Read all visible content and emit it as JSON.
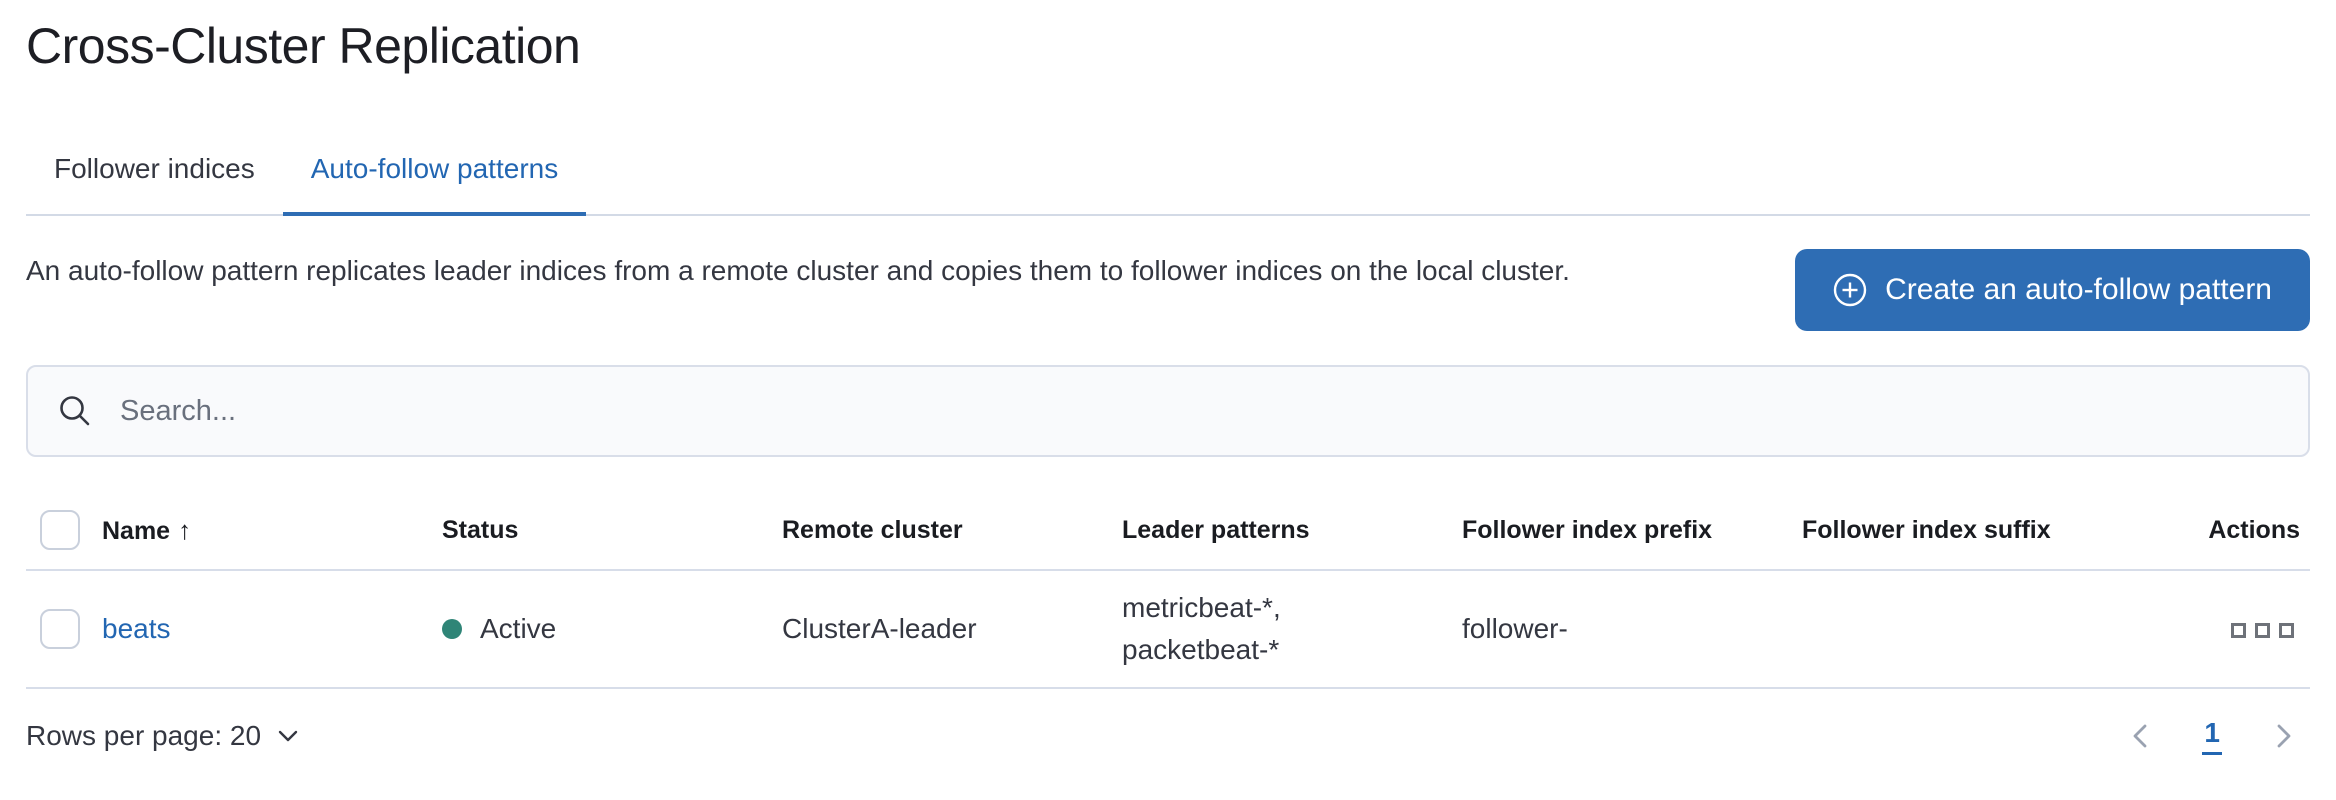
{
  "page": {
    "title": "Cross-Cluster Replication"
  },
  "tabs": [
    {
      "label": "Follower indices",
      "active": false
    },
    {
      "label": "Auto-follow patterns",
      "active": true
    }
  ],
  "description": "An auto-follow pattern replicates leader indices from a remote cluster and copies them to follower indices on the local cluster.",
  "create_button": {
    "label": "Create an auto-follow pattern",
    "icon": "plus-in-circle-icon"
  },
  "search": {
    "placeholder": "Search...",
    "value": "",
    "icon": "search-icon"
  },
  "table": {
    "columns": {
      "name": "Name",
      "status": "Status",
      "remote_cluster": "Remote cluster",
      "leader_patterns": "Leader patterns",
      "follower_index_prefix": "Follower index prefix",
      "follower_index_suffix": "Follower index suffix",
      "actions": "Actions"
    },
    "sort": {
      "column": "Name",
      "direction": "ascending",
      "arrow": "↑"
    },
    "rows": [
      {
        "name": "beats",
        "status": "Active",
        "remote_cluster": "ClusterA-leader",
        "leader_patterns": "metricbeat-*, packetbeat-*",
        "follower_index_prefix": "follower-",
        "follower_index_suffix": "",
        "actions_icon": "boxes-horizontal-icon"
      }
    ]
  },
  "footer": {
    "rows_per_page_label": "Rows per page: 20",
    "pagination": {
      "active_page": "1"
    }
  },
  "colors": {
    "primary_button_blue": "#2e6db4",
    "link_blue": "#2266b2",
    "status_active_teal": "#2f8577",
    "divider_gray": "#d3dae6"
  }
}
